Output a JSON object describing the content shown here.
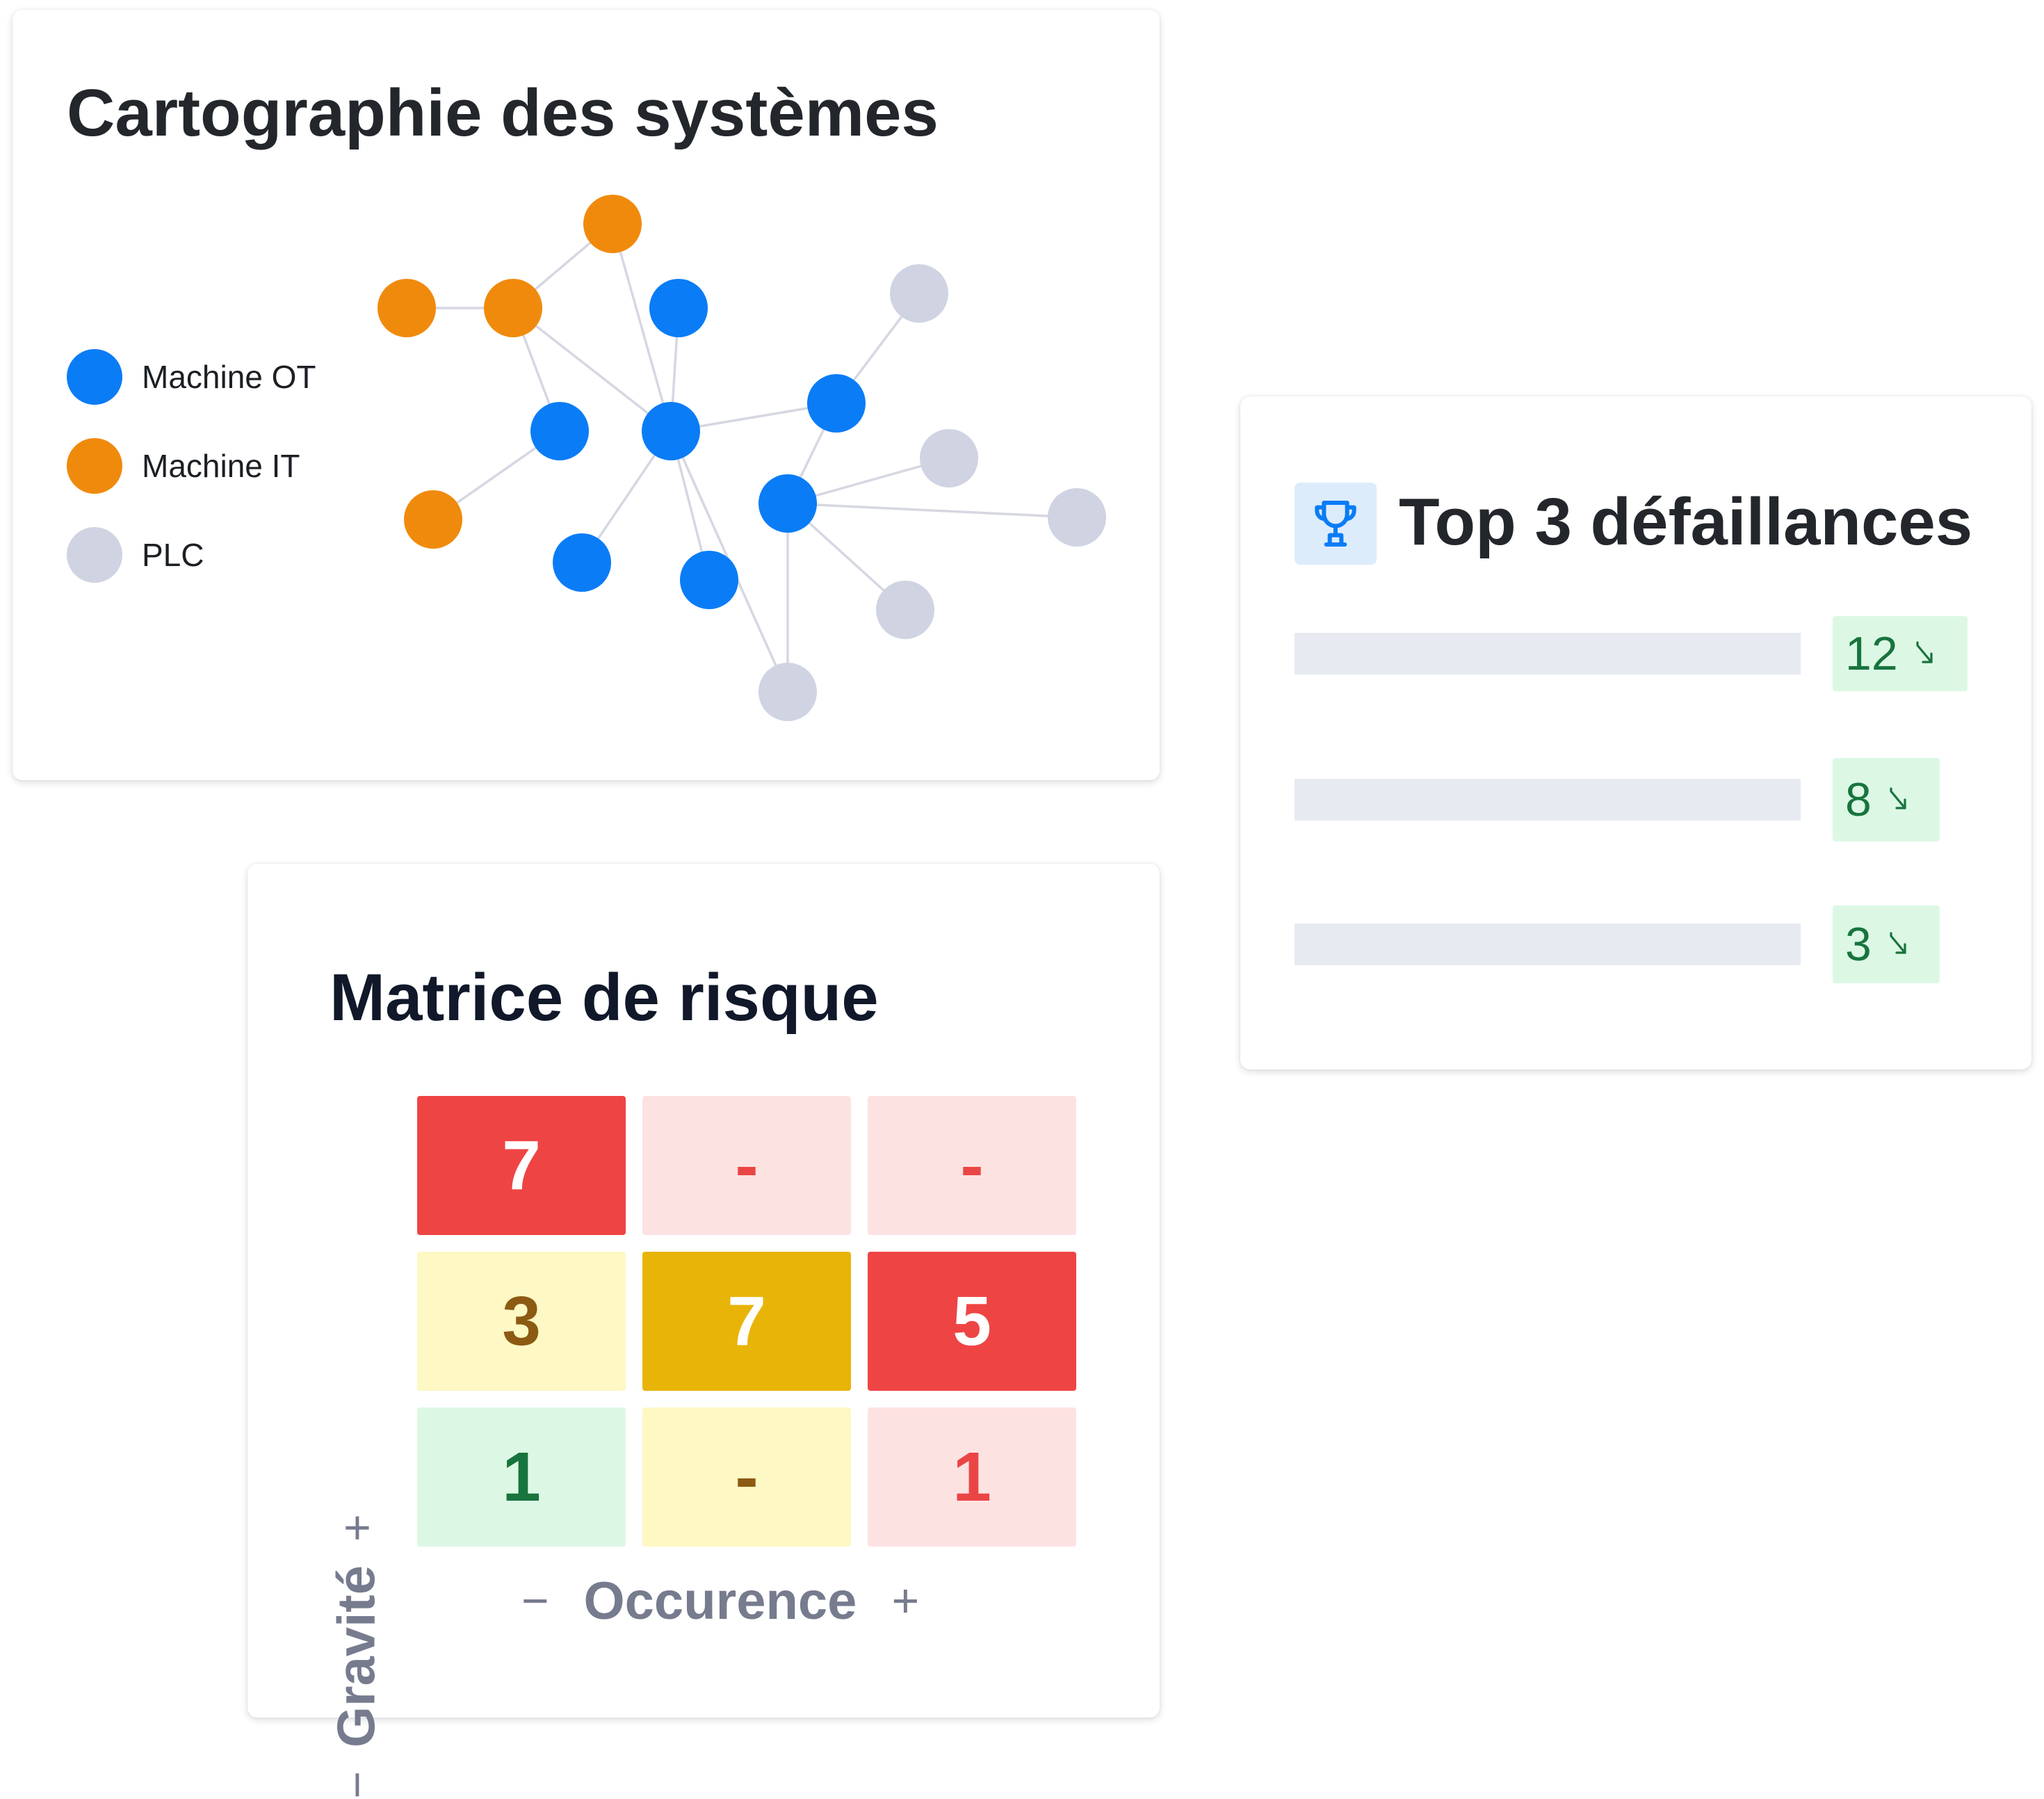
{
  "systems_map": {
    "title": "Cartographie des systèmes",
    "legend": [
      {
        "label": "Machine OT",
        "color": "#0a7cf6"
      },
      {
        "label": "Machine IT",
        "color": "#f08a0d"
      },
      {
        "label": "PLC",
        "color": "#d0d3e2"
      }
    ]
  },
  "risk_matrix": {
    "title": "Matrice de risque",
    "y_axis": {
      "label": "Gravité",
      "minus": "−",
      "plus": "+"
    },
    "x_axis": {
      "label": "Occurence",
      "minus": "−",
      "plus": "+"
    },
    "rows": [
      [
        {
          "value": "7",
          "bg": "#ef4444",
          "fg": "#ffffff"
        },
        {
          "value": "-",
          "bg": "#fde2e2",
          "fg": "#ea4545"
        },
        {
          "value": "-",
          "bg": "#fde2e2",
          "fg": "#ea4545"
        }
      ],
      [
        {
          "value": "3",
          "bg": "#fdf8c4",
          "fg": "#8c5a12"
        },
        {
          "value": "7",
          "bg": "#e8b408",
          "fg": "#ffffff"
        },
        {
          "value": "5",
          "bg": "#ef4444",
          "fg": "#ffffff"
        }
      ],
      [
        {
          "value": "1",
          "bg": "#dcf8e5",
          "fg": "#18743d"
        },
        {
          "value": "-",
          "bg": "#fdf8c4",
          "fg": "#8c5a12"
        },
        {
          "value": "1",
          "bg": "#fde2e2",
          "fg": "#ea4545"
        }
      ]
    ]
  },
  "top_failures": {
    "title": "Top 3 défaillances",
    "icon": "trophy-icon",
    "trend_icon": "trend-down-icon",
    "items": [
      {
        "value": "12"
      },
      {
        "value": "8"
      },
      {
        "value": "3"
      }
    ]
  },
  "colors": {
    "accent_blue": "#0a7cf6",
    "orange": "#f08a0d",
    "plc_gray": "#d0d3e2",
    "success_green": "#18743d",
    "success_bg": "#dcf8e5"
  }
}
